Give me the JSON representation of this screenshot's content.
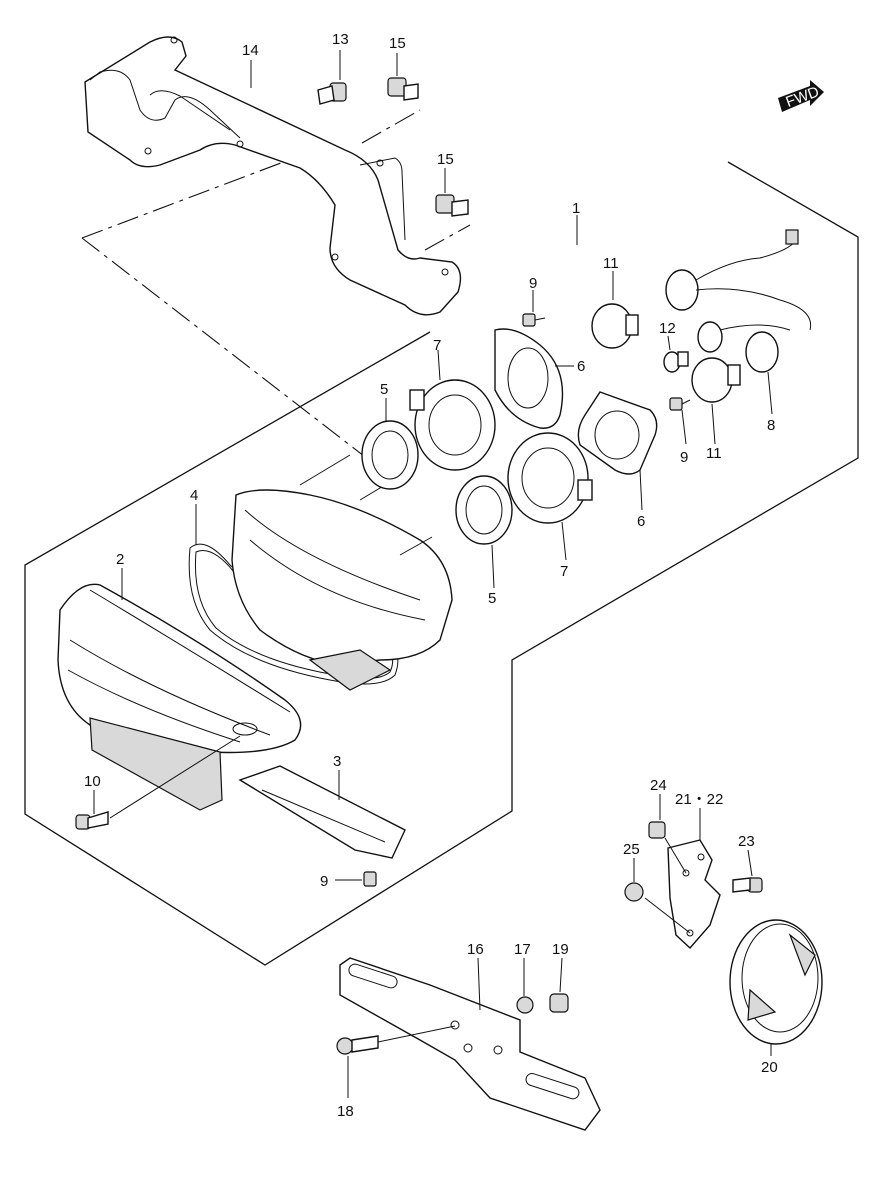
{
  "fwd_badge": "FWD",
  "callouts": [
    {
      "id": "c14",
      "text": "14"
    },
    {
      "id": "c13",
      "text": "13"
    },
    {
      "id": "c15a",
      "text": "15"
    },
    {
      "id": "c15b",
      "text": "15"
    },
    {
      "id": "c1",
      "text": "1"
    },
    {
      "id": "c11a",
      "text": "11"
    },
    {
      "id": "c9a",
      "text": "9"
    },
    {
      "id": "c12",
      "text": "12"
    },
    {
      "id": "c7a",
      "text": "7"
    },
    {
      "id": "c6a",
      "text": "6"
    },
    {
      "id": "c5a",
      "text": "5"
    },
    {
      "id": "c9b",
      "text": "9"
    },
    {
      "id": "c11b",
      "text": "11"
    },
    {
      "id": "c8",
      "text": "8"
    },
    {
      "id": "c4",
      "text": "4"
    },
    {
      "id": "c6b",
      "text": "6"
    },
    {
      "id": "c2",
      "text": "2"
    },
    {
      "id": "c7b",
      "text": "7"
    },
    {
      "id": "c5b",
      "text": "5"
    },
    {
      "id": "c3",
      "text": "3"
    },
    {
      "id": "c10",
      "text": "10"
    },
    {
      "id": "c9c",
      "text": "9"
    },
    {
      "id": "c24",
      "text": "24"
    },
    {
      "id": "c2122",
      "text": "21・22"
    },
    {
      "id": "c23",
      "text": "23"
    },
    {
      "id": "c25",
      "text": "25"
    },
    {
      "id": "c16",
      "text": "16"
    },
    {
      "id": "c17",
      "text": "17"
    },
    {
      "id": "c19",
      "text": "19"
    },
    {
      "id": "c20",
      "text": "20"
    },
    {
      "id": "c18",
      "text": "18"
    }
  ]
}
